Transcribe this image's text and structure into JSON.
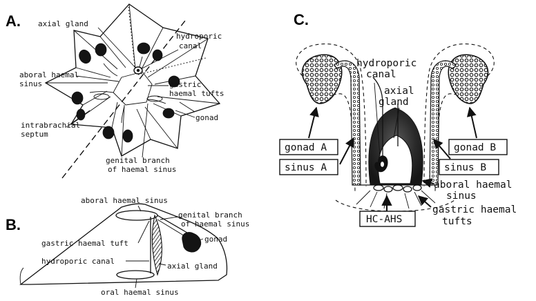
{
  "panels": {
    "a": {
      "letter": "A.",
      "labels": {
        "axial_gland": "axial gland",
        "hydroporic_canal": [
          "hydroporic",
          "canal"
        ],
        "aboral_haemal_sinus": [
          "aboral haemal",
          "sinus"
        ],
        "gastric_haemal_tufts": [
          "gastric",
          "haemal tufts"
        ],
        "gonad": "gonad",
        "intrabrachial_septum": [
          "intrabrachial",
          "septum"
        ],
        "genital_branch": [
          "genital branch",
          "of haemal sinus"
        ]
      }
    },
    "b": {
      "letter": "B.",
      "labels": {
        "aboral_haemal_sinus": "aboral haemal sinus",
        "genital_branch": [
          "genital branch",
          "of haemal sinus"
        ],
        "gastric_haemal_tuft": "gastric haemal tuft",
        "gonad": "gonad",
        "hydroporic_canal": "hydroporic canal",
        "axial_gland": "axial gland",
        "oral_haemal_sinus": "oral haemal sinus"
      }
    },
    "c": {
      "letter": "C.",
      "labels": {
        "hydroporic_canal": [
          "hydroporic",
          "canal"
        ],
        "axial_gland": [
          "axial",
          "gland"
        ],
        "gonad_a": "gonad A",
        "gonad_b": "gonad B",
        "sinus_a": "sinus A",
        "sinus_b": "sinus B",
        "aboral_haemal_sinus": [
          "aboral haemal",
          "sinus"
        ],
        "gastric_haemal_tufts": [
          "gastric haemal",
          "tufts"
        ],
        "hc_ahs": "HC-AHS"
      }
    }
  }
}
